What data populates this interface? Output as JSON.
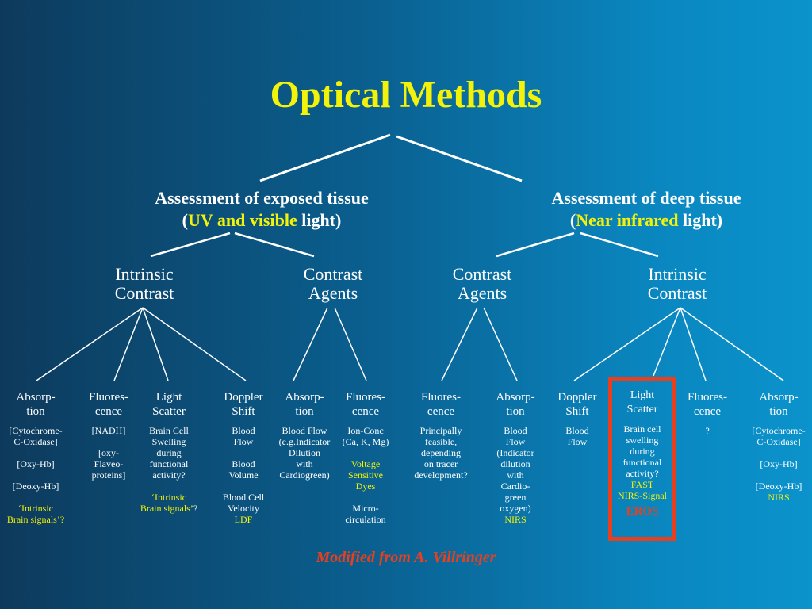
{
  "title": "Optical Methods",
  "branches": {
    "exposed": {
      "line1": "Assessment of exposed tissue",
      "open": "(",
      "highlight": "UV and visible",
      "rest": " light)"
    },
    "deep": {
      "line1": "Assessment of deep tissue",
      "open": "(",
      "highlight": "Near infrared",
      "rest": " light)"
    }
  },
  "level2": {
    "exposed_intrinsic": [
      "Intrinsic",
      "Contrast"
    ],
    "exposed_agents": [
      "Contrast",
      "Agents"
    ],
    "deep_agents": [
      "Contrast",
      "Agents"
    ],
    "deep_intrinsic": [
      "Intrinsic",
      "Contrast"
    ]
  },
  "methods": {
    "m1": {
      "head": [
        "Absorp-",
        "tion"
      ],
      "desc": [
        "[Cytochrome-",
        "C-Oxidase]",
        "",
        "[Oxy-Hb]",
        "",
        "[Deoxy-Hb]",
        ""
      ],
      "yellow": [
        "‘Intrinsic",
        "Brain signals’?"
      ]
    },
    "m2": {
      "head": [
        "Fluores-",
        "cence"
      ],
      "desc": [
        "[NADH]",
        "",
        "[oxy-",
        "Flaveo-",
        "proteins]"
      ]
    },
    "m3": {
      "head": [
        "Light",
        "Scatter"
      ],
      "desc": [
        "Brain Cell",
        "Swelling",
        "during",
        "functional",
        "activity?"
      ],
      "yellow_a": "‘Intrinsic",
      "yellow_b": "Brain signals’",
      "tail": "?"
    },
    "m4": {
      "head": [
        "Doppler",
        "Shift"
      ],
      "desc": [
        "Blood",
        "Flow",
        "",
        "Blood",
        "Volume",
        "",
        "Blood Cell",
        "Velocity"
      ],
      "yellow": [
        "LDF"
      ]
    },
    "m5": {
      "head": [
        "Absorp-",
        "tion"
      ],
      "desc": [
        "Blood Flow",
        "(e.g.Indicator",
        "Dilution",
        "with",
        "Cardiogreen)"
      ]
    },
    "m6": {
      "head": [
        "Fluores-",
        "cence"
      ],
      "desc": [
        "Ion-Conc",
        "(Ca, K, Mg)",
        ""
      ],
      "yellow": [
        "Voltage",
        "Sensitive",
        "Dyes"
      ],
      "tail": [
        "",
        "Micro-",
        "circulation"
      ]
    },
    "m7": {
      "head": [
        "Fluores-",
        "cence"
      ],
      "desc": [
        "Principally",
        "feasible,",
        "depending",
        "on tracer",
        "development?"
      ]
    },
    "m8": {
      "head": [
        "Absorp-",
        "tion"
      ],
      "desc": [
        "Blood",
        "Flow",
        "(Indicator",
        "dilution",
        "with",
        "Cardio-",
        "green",
        "oxygen)"
      ],
      "yellow": [
        "NIRS"
      ]
    },
    "m9": {
      "head": [
        "Doppler",
        "Shift"
      ],
      "desc": [
        "Blood",
        "Flow"
      ]
    },
    "m10": {
      "head": [
        "Light",
        "Scatter"
      ],
      "desc": [
        "Brain cell",
        "swelling",
        "during",
        "functional",
        "activity?"
      ],
      "yellow": [
        "FAST",
        "NIRS-Signal"
      ],
      "eros": "EROS"
    },
    "m11": {
      "head": [
        "Fluores-",
        "cence"
      ],
      "desc": [
        "?"
      ]
    },
    "m12": {
      "head": [
        "Absorp-",
        "tion"
      ],
      "desc": [
        "[Cytochrome-",
        "C-Oxidase]",
        "",
        "[Oxy-Hb]",
        "",
        "[Deoxy-Hb]"
      ],
      "yellow": [
        "NIRS"
      ]
    }
  },
  "credit": "Modified from A. Villringer",
  "colors": {
    "accent": "#f2f20a",
    "highlight": "#e8401e",
    "lines": "#ffffff"
  }
}
